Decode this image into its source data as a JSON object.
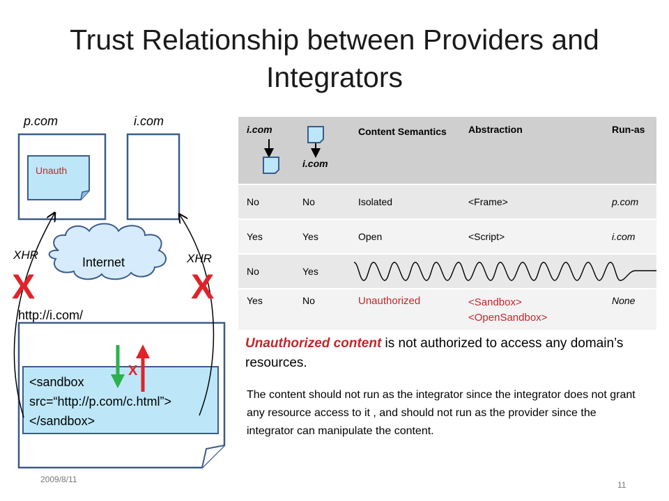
{
  "title": "Trust Relationship between Providers and Integrators",
  "diagram": {
    "provider_label": "p.com",
    "integrator_label": "i.com",
    "unauth_label": "Unauth",
    "cloud_label": "Internet",
    "xhr_left": "XHR",
    "xhr_right": "XHR",
    "blocked_mark": "X",
    "url_label": "http://i.com/",
    "sandbox_code": [
      "<sandbox",
      "src=“http://p.com/c.html”>",
      "</sandbox>"
    ],
    "small_blocked_mark": "X"
  },
  "table": {
    "header": {
      "col1": "i.com",
      "col2": "i.com",
      "col3": "Content Semantics",
      "col4": "Abstraction",
      "col5": "Run-as"
    },
    "rows": [
      {
        "c1": "No",
        "c2": "No",
        "c3": "Isolated",
        "c4": "<Frame>",
        "c5": "p.com"
      },
      {
        "c1": "Yes",
        "c2": "Yes",
        "c3": "Open",
        "c4": "<Script>",
        "c5": "i.com"
      },
      {
        "c1": "No",
        "c2": "Yes",
        "c3": "",
        "c4": "",
        "c5": ""
      },
      {
        "c1": "Yes",
        "c2": "No",
        "c3": "Unauthorized",
        "c4a": "<Sandbox>",
        "c4b": "<OpenSandbox>",
        "c5": "None"
      }
    ]
  },
  "statement": {
    "highlight": "Unauthorized content",
    "rest": " is not authorized to access any domain’s resources."
  },
  "explanation": "The content should not run as the integrator since the integrator does not grant any resource access to it , and should not run as the provider since the integrator can manipulate the content.",
  "footer": {
    "date": "2009/8/11",
    "page": "11"
  }
}
